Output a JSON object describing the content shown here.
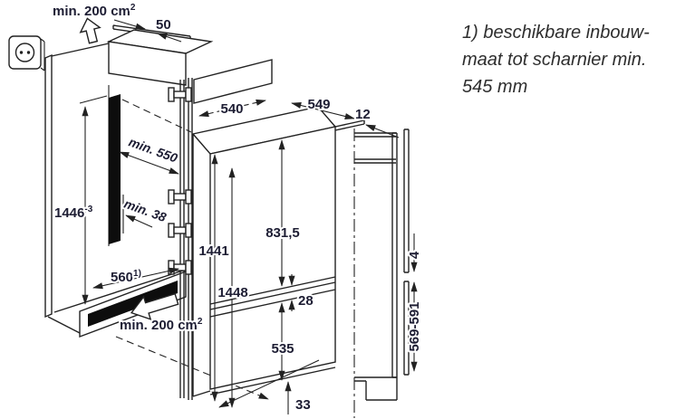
{
  "colors": {
    "line": "#222222",
    "label": "#1d1d33",
    "note": "#2e2e2e",
    "vent_fill": "#0d0d0d",
    "background": "#ffffff"
  },
  "icons": {
    "socket": "power-socket-icon",
    "airflow_top": "hollow-up-arrow",
    "airflow_bottom": "hollow-up-left-arrow"
  },
  "dims": {
    "vent_top": {
      "main": "min. 200 cm",
      "sup": "2"
    },
    "gap50": "50",
    "d540": "540",
    "d549": "549",
    "d12": "12",
    "min550": "min. 550",
    "min38": "min. 38",
    "h1446": {
      "main": "1446",
      "sup": "-3"
    },
    "d560": {
      "main": "560",
      "sup": "1)"
    },
    "vent_bottom": {
      "main": "min. 200 cm",
      "sup": "2"
    },
    "h1441": "1441",
    "h1448": "1448",
    "d831": "831,5",
    "d28": "28",
    "d535": "535",
    "d33": "33",
    "d4": "4",
    "d569": "569-591"
  },
  "note": {
    "line1": "1)  beschikbare inbouw-",
    "line2": "maat tot scharnier min.",
    "line3": "545 mm"
  }
}
